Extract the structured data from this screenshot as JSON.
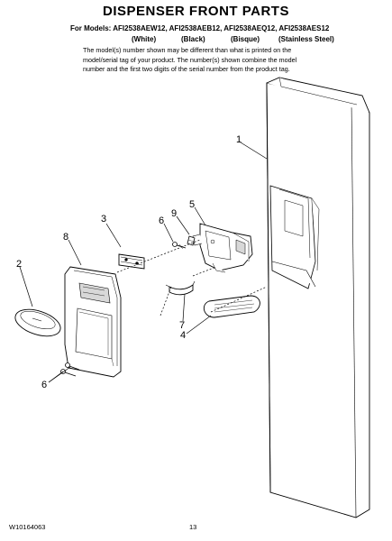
{
  "header": {
    "title": "DISPENSER FRONT PARTS",
    "models_line": "For Models: AFI2538AEW12, AFI2538AEB12, AFI2538AEQ12, AFI2538AES12",
    "colors": [
      "(White)",
      "(Black)",
      "(Bisque)",
      "(Stainless Steel)"
    ],
    "note": "The model(s) number shown may be different than what is printed on the model/serial tag of your product. The number(s) shown combine the model number and the first two digits of the serial number from the product tag."
  },
  "callouts": {
    "c1": "1",
    "c2": "2",
    "c3": "3",
    "c4": "4",
    "c5": "5",
    "c6a": "6",
    "c6b": "6",
    "c7": "7",
    "c8": "8",
    "c9": "9"
  },
  "footer": {
    "doc_number": "W10164063",
    "page_number": "13"
  },
  "colors": {
    "line": "#000000",
    "part_fill": "#ffffff",
    "shade": "#d8d8d8"
  }
}
